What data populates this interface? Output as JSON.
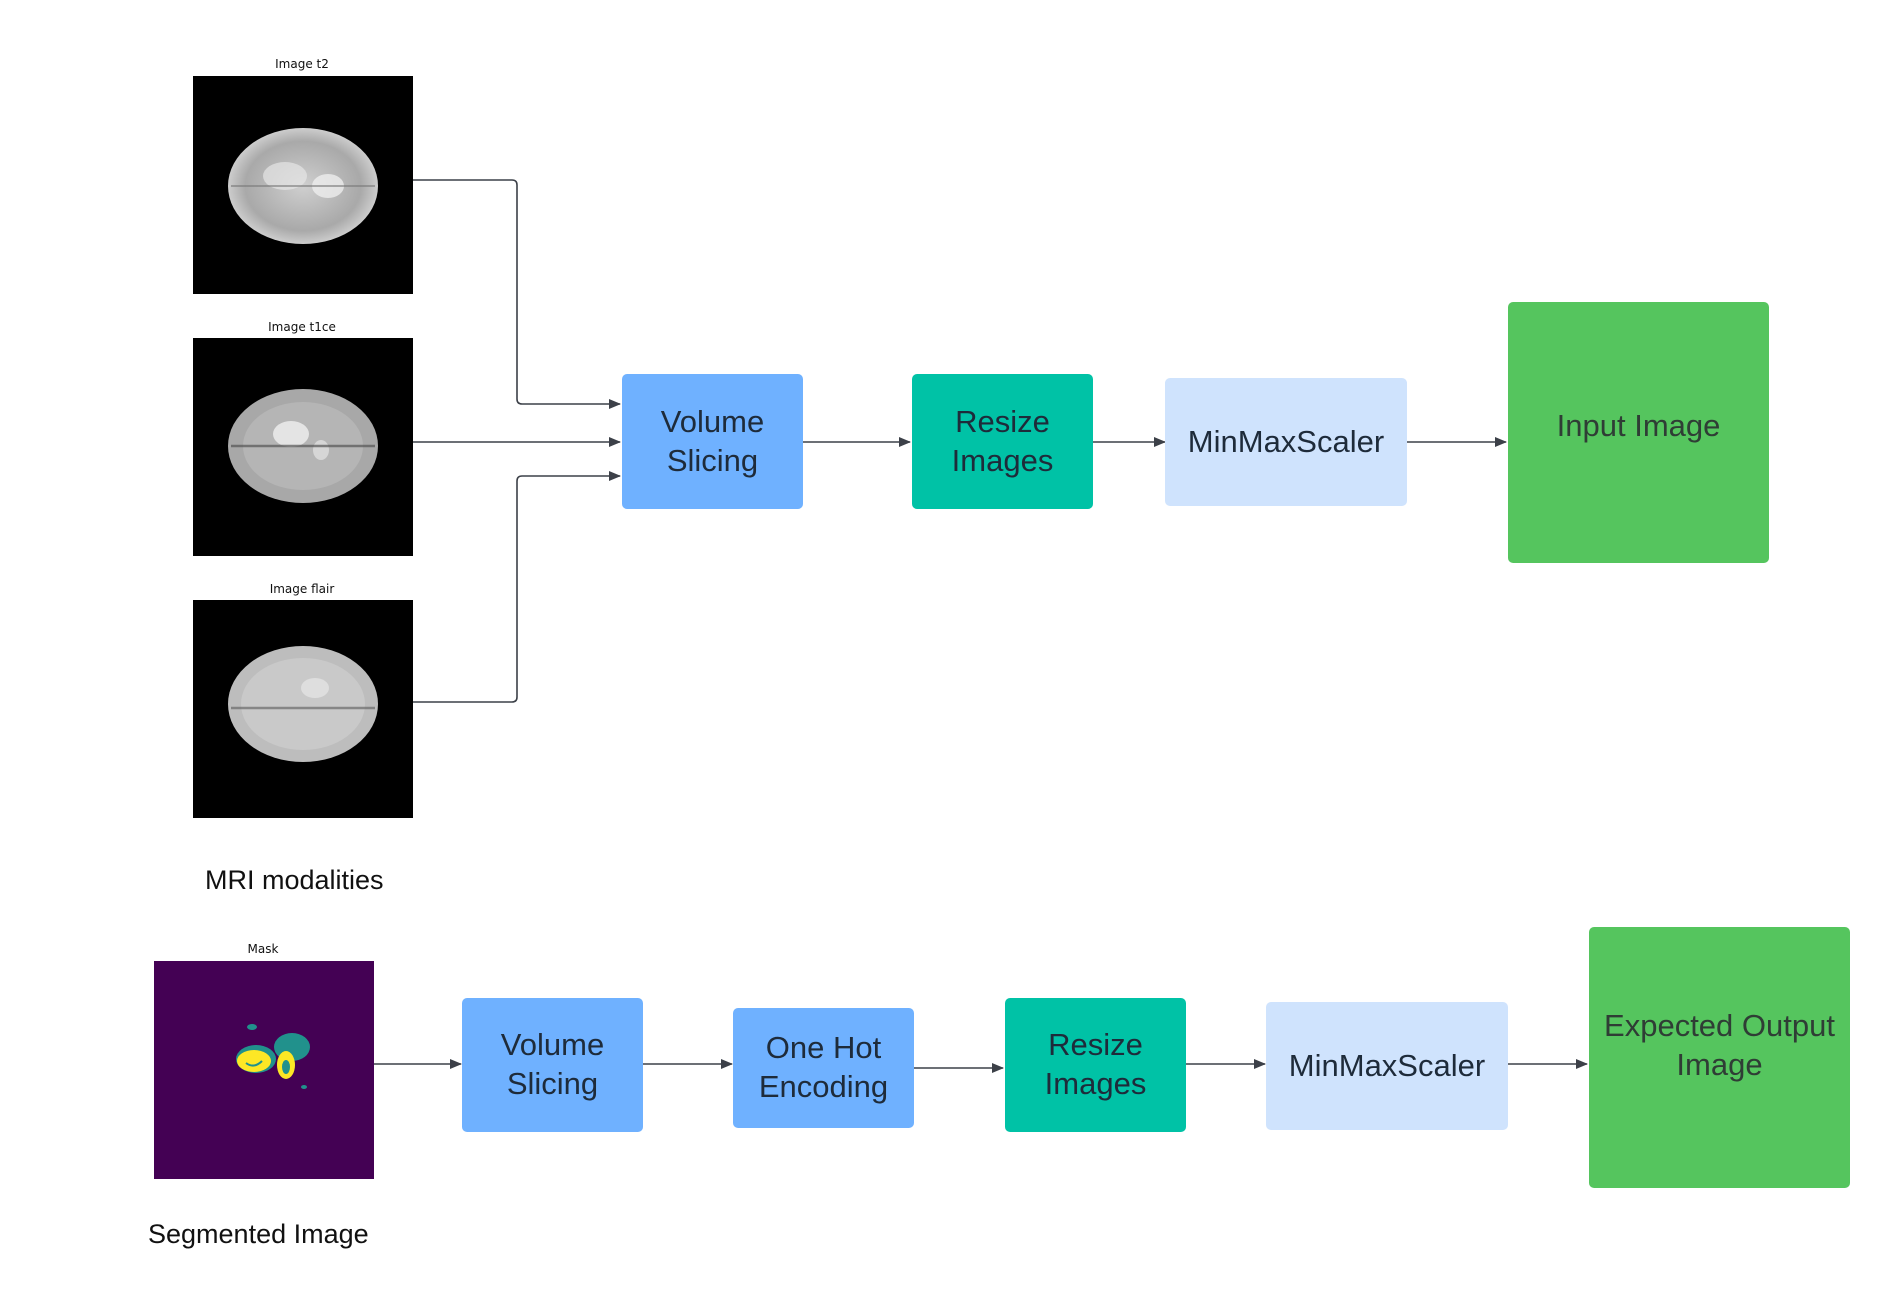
{
  "colors": {
    "volume_slicing": "#6fb1ff",
    "resize_images": "#00c2a6",
    "minmaxscaler": "#cfe3fd",
    "output": "#55c55e",
    "arrow": "#3c4048",
    "mask_background": "#440154",
    "mask_yellow": "#fde725",
    "mask_teal": "#21918c"
  },
  "top_row": {
    "scans": [
      {
        "title": "Image t2"
      },
      {
        "title": "Image t1ce"
      },
      {
        "title": "Image flair"
      }
    ],
    "caption": "MRI modalities",
    "steps": {
      "volume_slicing": "Volume\nSlicing",
      "resize_images": "Resize\nImages",
      "minmaxscaler": "MinMaxScaler",
      "output": "Input Image"
    }
  },
  "bottom_row": {
    "mask_title": "Mask",
    "caption": "Segmented Image",
    "steps": {
      "volume_slicing": "Volume\nSlicing",
      "one_hot": "One Hot\nEncoding",
      "resize_images": "Resize\nImages",
      "minmaxscaler": "MinMaxScaler",
      "output": "Expected Output\nImage"
    }
  }
}
